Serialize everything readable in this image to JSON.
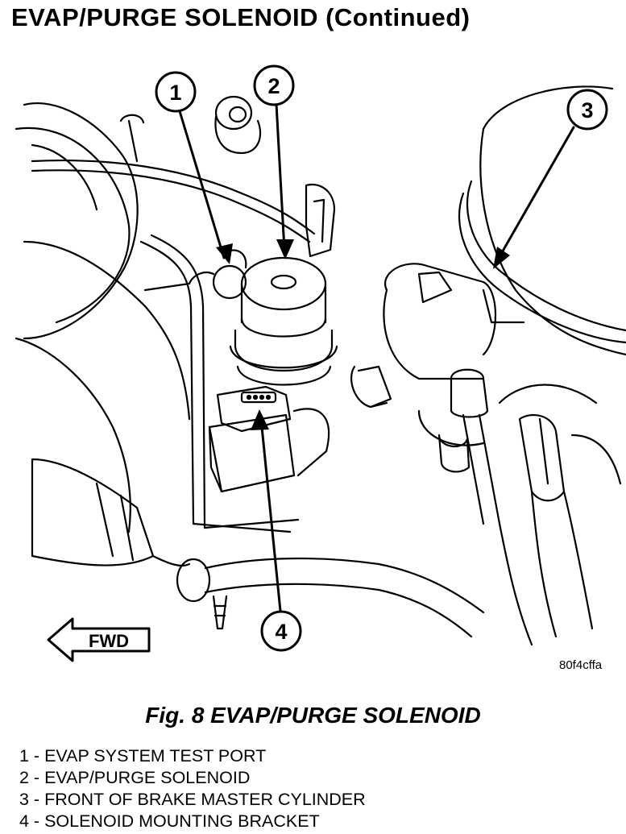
{
  "page": {
    "title": "EVAP/PURGE SOLENOID (Continued)"
  },
  "figure": {
    "code": "80f4cffa",
    "direction_label": "FWD",
    "callouts": [
      "1",
      "2",
      "3",
      "4"
    ],
    "caption": "Fig. 8 EVAP/PURGE SOLENOID"
  },
  "legend": {
    "items": [
      "1 - EVAP SYSTEM TEST PORT",
      "2 - EVAP/PURGE SOLENOID",
      "3 - FRONT OF BRAKE MASTER CYLINDER",
      "4 - SOLENOID MOUNTING BRACKET"
    ]
  }
}
